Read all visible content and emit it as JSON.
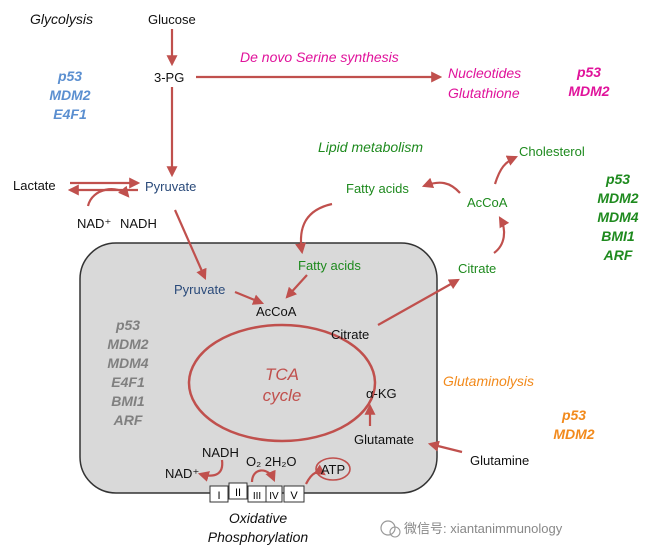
{
  "headings": {
    "glycolysis": "Glycolysis",
    "serine": "De novo Serine synthesis",
    "lipid": "Lipid metabolism",
    "glutaminolysis": "Glutaminolysis",
    "oxphos_line1": "Oxidative",
    "oxphos_line2": "Phosphorylation",
    "tca_line1": "TCA",
    "tca_line2": "cycle"
  },
  "metabolites": {
    "glucose": "Glucose",
    "pg3": "3-PG",
    "nucleotides": "Nucleotides",
    "glutathione": "Glutathione",
    "lactate": "Lactate",
    "pyruvate_cyto": "Pyruvate",
    "nad_plus": "NAD⁺",
    "nadh": "NADH",
    "fatty_acids_top": "Fatty acids",
    "acoa_top": "AcCoA",
    "cholesterol": "Cholesterol",
    "fatty_acids_mito": "Fatty acids",
    "citrate_cyto": "Citrate",
    "pyruvate_mito": "Pyruvate",
    "acoa_mito": "AcCoA",
    "citrate_mito": "Citrate",
    "akg": "α-KG",
    "glutamate": "Glutamate",
    "glutamine": "Glutamine",
    "nadh_etc": "NADH",
    "nad_plus_etc": "NAD⁺",
    "o2_2h2o": "O₂  2H₂O",
    "atp": "ATP"
  },
  "complexes": [
    "I",
    "II",
    "III",
    "IV",
    "V"
  ],
  "regulators": {
    "glycolysis": [
      "p53",
      "MDM2",
      "E4F1"
    ],
    "serine": [
      "p53",
      "MDM2"
    ],
    "lipid": [
      "p53",
      "MDM2",
      "MDM4",
      "BMI1",
      "ARF"
    ],
    "mito": [
      "p53",
      "MDM2",
      "MDM4",
      "E4F1",
      "BMI1",
      "ARF"
    ],
    "glutaminolysis": [
      "p53",
      "MDM2"
    ]
  },
  "watermark": "微信号: xiantanimmunology",
  "colors": {
    "arrow": "#c0504d",
    "blue": "#5b8fd0",
    "magenta": "#e0139b",
    "green": "#1e8a1e",
    "orange": "#f28a1c",
    "gray": "#808080",
    "mito_fill": "#d9d9d9"
  }
}
